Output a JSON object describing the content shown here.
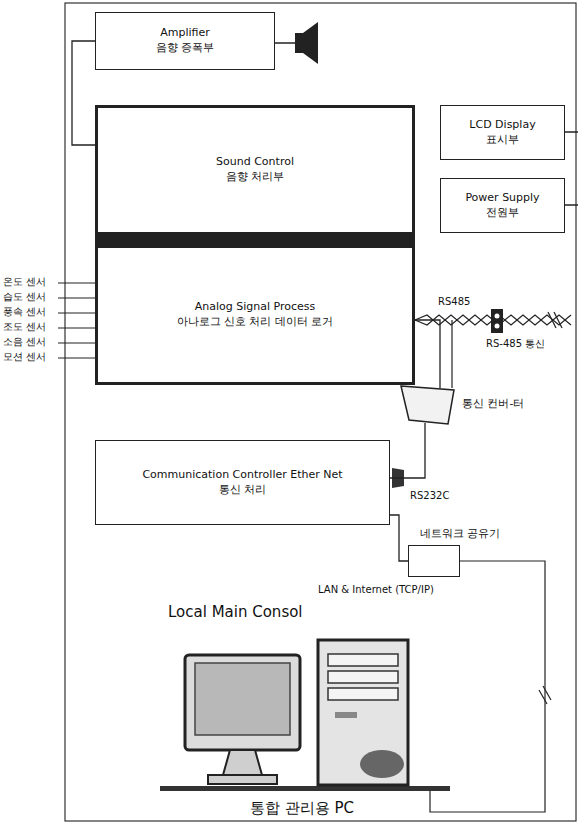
{
  "diagram": {
    "nodes": [
      {
        "text": [
          "Amplifier",
          "음향 증폭부"
        ]
      },
      {
        "text": [
          "Sound Control",
          "음향 처리부"
        ]
      },
      {
        "text": [
          "LCD Display",
          "표시부"
        ]
      },
      {
        "text": [
          "Power Supply",
          "전원부"
        ]
      },
      {
        "text": [
          "Analog Signal Process",
          "아나로그 신호 처리 데이터 로거"
        ]
      },
      {
        "text": [
          "통신 컨버-터"
        ]
      },
      {
        "text": [
          "Communication Controller Ether Net",
          "통신 처리"
        ]
      },
      {
        "text": [
          "네트워크 공유기"
        ]
      }
    ],
    "edges": [
      {
        "from": 0,
        "to": 1,
        "arrow": "none"
      },
      {
        "from": 4,
        "to": 5,
        "arrow": "none"
      },
      {
        "from": 5,
        "to": 6,
        "arrow": "none"
      },
      {
        "from": 6,
        "to": 7,
        "arrow": "none"
      }
    ],
    "labels": [
      "온도 센서",
      "습도 센서",
      "풍속 센서",
      "조도 센서",
      "소음 센서",
      "모션 센서",
      "RS485",
      "RS-485 통신",
      "RS232C",
      "LAN & Internet (TCP/IP)",
      "Local Main Consol",
      "통합 관리용 PC"
    ]
  }
}
